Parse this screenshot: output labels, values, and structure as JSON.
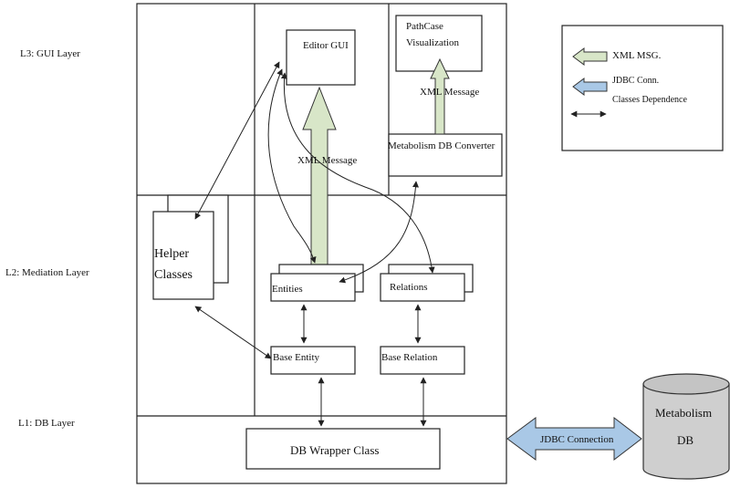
{
  "layers": {
    "gui": "L3: GUI Layer",
    "mediation": "L2: Mediation Layer",
    "db": "L1: DB Layer"
  },
  "components": {
    "editor_gui": "Editor GUI",
    "pathcase_line1": "PathCase",
    "pathcase_line2": "Visualization",
    "metabolism_converter": "Metabolism DB Converter",
    "helper_line1": "Helper",
    "helper_line2": "Classes",
    "entities": "Entities",
    "relations": "Relations",
    "base_entity": "Base Entity",
    "base_relation": "Base Relation",
    "db_wrapper": "DB Wrapper Class",
    "metabolism_db_line1": "Metabolism",
    "metabolism_db_line2": "DB"
  },
  "arrow_labels": {
    "xml_message_main": "XML Message",
    "xml_message_small": "XML Message",
    "jdbc_connection": "JDBC Connection"
  },
  "legend": {
    "xml_msg": "XML MSG.",
    "jdbc_conn": "JDBC Conn.",
    "classes_dependence": "Classes Dependence"
  },
  "colors": {
    "xml_arrow": "#d8e6c8",
    "jdbc_arrow": "#a9c8e6",
    "line": "#222222"
  }
}
